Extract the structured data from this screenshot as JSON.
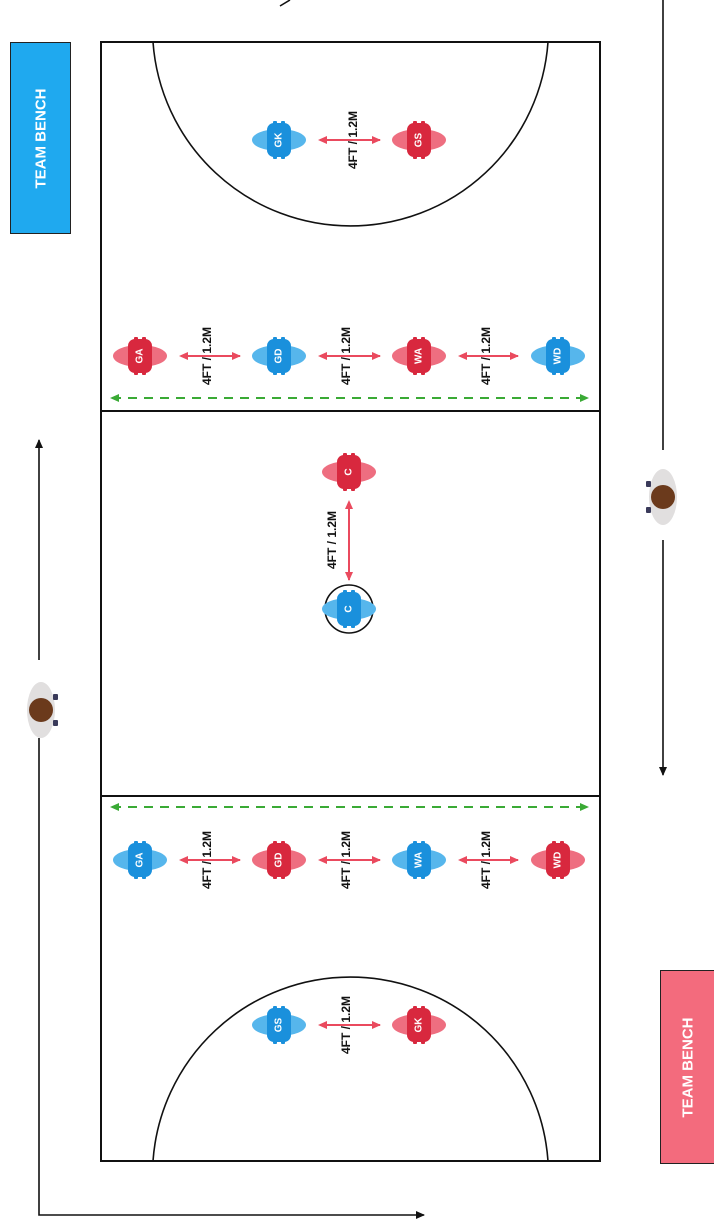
{
  "colors": {
    "blue": "#1a90dc",
    "blue_light": "#56b6ec",
    "red": "#d8283e",
    "red_light": "#ee6e80",
    "arrow": "#ea4a5e",
    "dashed": "#3aaa35",
    "line": "#111111",
    "bench_blue": "#1fa9ef",
    "bench_red": "#f36b7d"
  },
  "benches": [
    {
      "id": "blue",
      "label": "TEAM BENCH"
    },
    {
      "id": "red",
      "label": "TEAM BENCH"
    }
  ],
  "distance_label": "4FT / 1.2M",
  "players": [
    {
      "team": "blue",
      "label": "GK"
    },
    {
      "team": "red",
      "label": "GS"
    },
    {
      "team": "red",
      "label": "GA"
    },
    {
      "team": "blue",
      "label": "GD"
    },
    {
      "team": "red",
      "label": "WA"
    },
    {
      "team": "blue",
      "label": "WD"
    },
    {
      "team": "red",
      "label": "C"
    },
    {
      "team": "blue",
      "label": "C"
    },
    {
      "team": "blue",
      "label": "GA"
    },
    {
      "team": "red",
      "label": "GD"
    },
    {
      "team": "blue",
      "label": "WA"
    },
    {
      "team": "red",
      "label": "WD"
    },
    {
      "team": "blue",
      "label": "GS"
    },
    {
      "team": "red",
      "label": "GK"
    }
  ],
  "umpires": [
    {
      "id": "umpire-left",
      "icon": "umpire-icon"
    },
    {
      "id": "umpire-right",
      "icon": "umpire-icon"
    }
  ]
}
